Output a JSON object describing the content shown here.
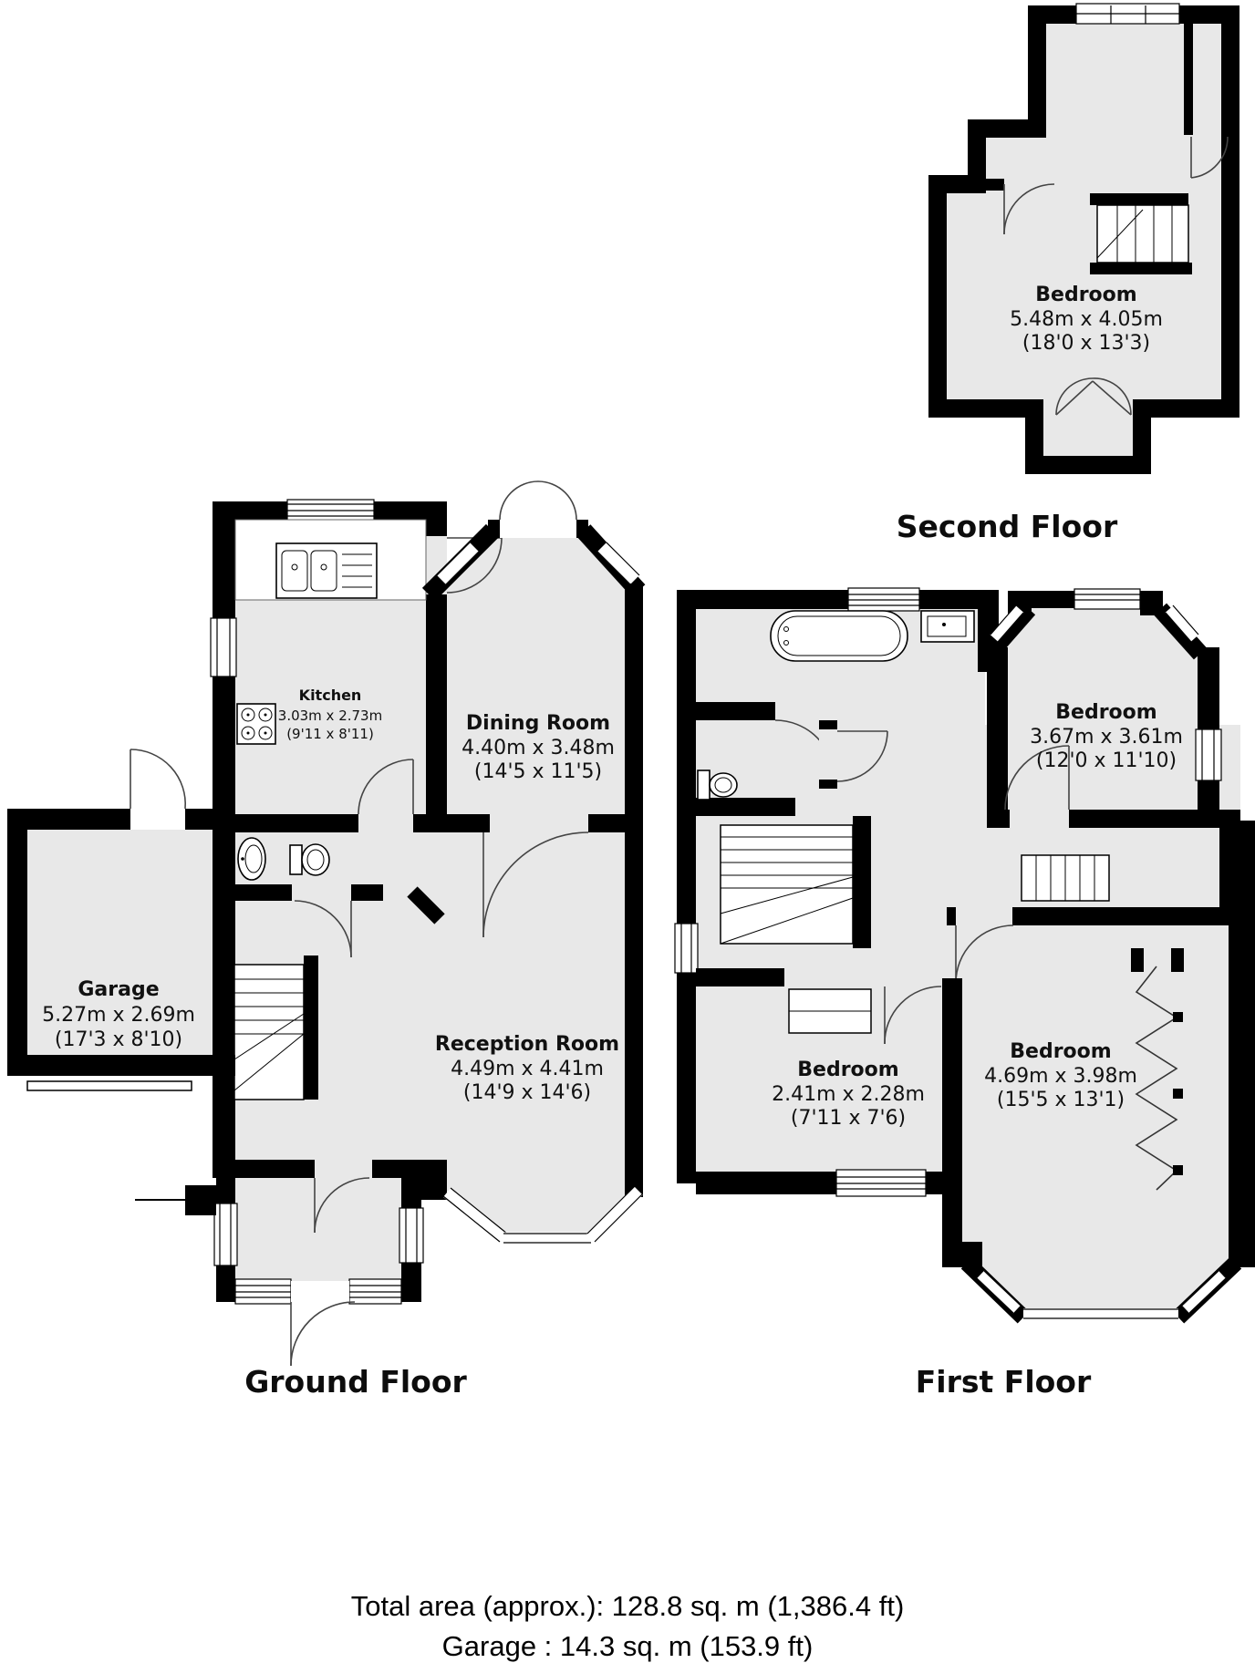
{
  "floors": {
    "second": {
      "label": "Second Floor",
      "bedroom": {
        "name": "Bedroom",
        "m": "5.48m x 4.05m",
        "ft": "(18'0 x 13'3)"
      }
    },
    "ground": {
      "label": "Ground Floor",
      "kitchen": {
        "name": "Kitchen",
        "m": "3.03m x 2.73m",
        "ft": "(9'11 x 8'11)"
      },
      "dining": {
        "name": "Dining Room",
        "m": "4.40m x 3.48m",
        "ft": "(14'5 x 11'5)"
      },
      "garage": {
        "name": "Garage",
        "m": "5.27m x 2.69m",
        "ft": "(17'3 x 8'10)"
      },
      "reception": {
        "name": "Reception Room",
        "m": "4.49m x 4.41m",
        "ft": "(14'9 x 14'6)"
      }
    },
    "first": {
      "label": "First Floor",
      "bedroom_top": {
        "name": "Bedroom",
        "m": "3.67m x 3.61m",
        "ft": "(12'0 x 11'10)"
      },
      "bedroom_small": {
        "name": "Bedroom",
        "m": "2.41m x 2.28m",
        "ft": "(7'11 x 7'6)"
      },
      "bedroom_big": {
        "name": "Bedroom",
        "m": "4.69m x 3.98m",
        "ft": "(15'5 x 13'1)"
      }
    },
    "footer": {
      "line1": "Total area (approx.): 128.8 sq. m (1,386.4 ft)",
      "line2": "Garage : 14.3 sq. m (153.9 ft)"
    },
    "colors": {
      "wall": "#000000",
      "floor": "#e8e8e8",
      "background": "#ffffff"
    }
  }
}
